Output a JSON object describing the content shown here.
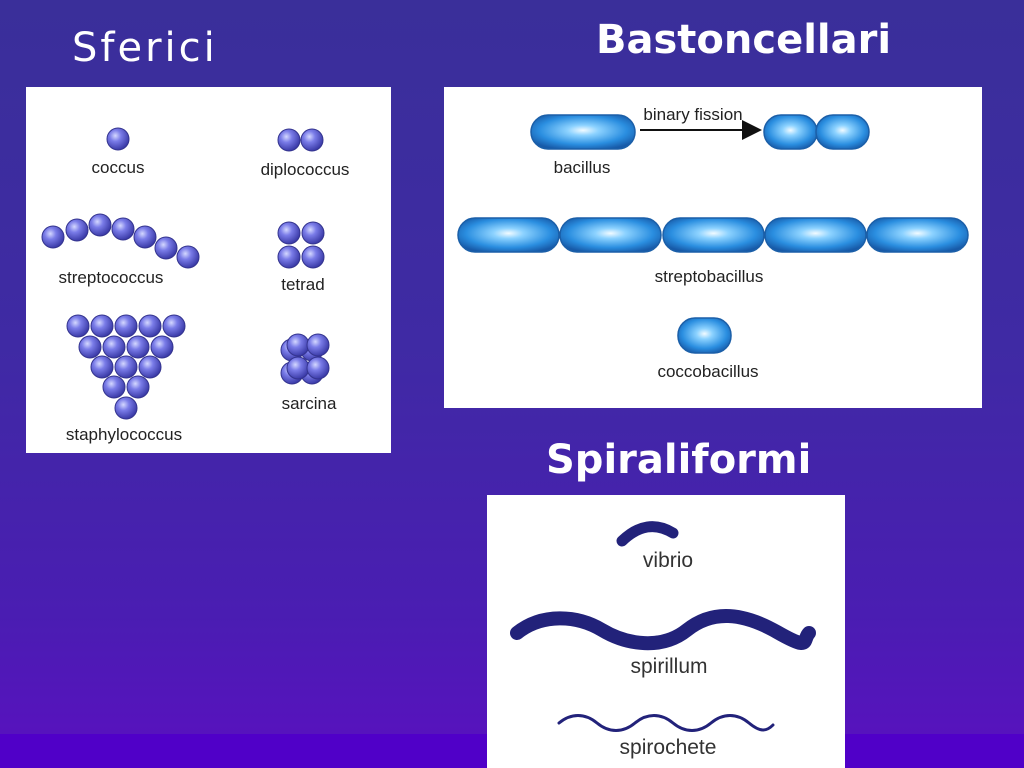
{
  "headings": {
    "spherical": "Sferici",
    "rod": "Bastoncellari",
    "spiral": "Spiraliformi"
  },
  "spherical": {
    "coccus": "coccus",
    "diplococcus": "diplococcus",
    "streptococcus": "streptococcus",
    "tetrad": "tetrad",
    "staphylococcus": "staphylococcus",
    "sarcina": "sarcina"
  },
  "rod": {
    "binary_fission": "binary fission",
    "bacillus": "bacillus",
    "streptobacillus": "streptobacillus",
    "coccobacillus": "coccobacillus"
  },
  "spiral": {
    "vibrio": "vibrio",
    "spirillum": "spirillum",
    "spirochete": "spirochete"
  },
  "colors": {
    "background": "#3f2aa4",
    "coccus_fill": "#5a5ad0",
    "rod_fill": "#2a8ee0",
    "spiral_fill": "#22227a"
  }
}
